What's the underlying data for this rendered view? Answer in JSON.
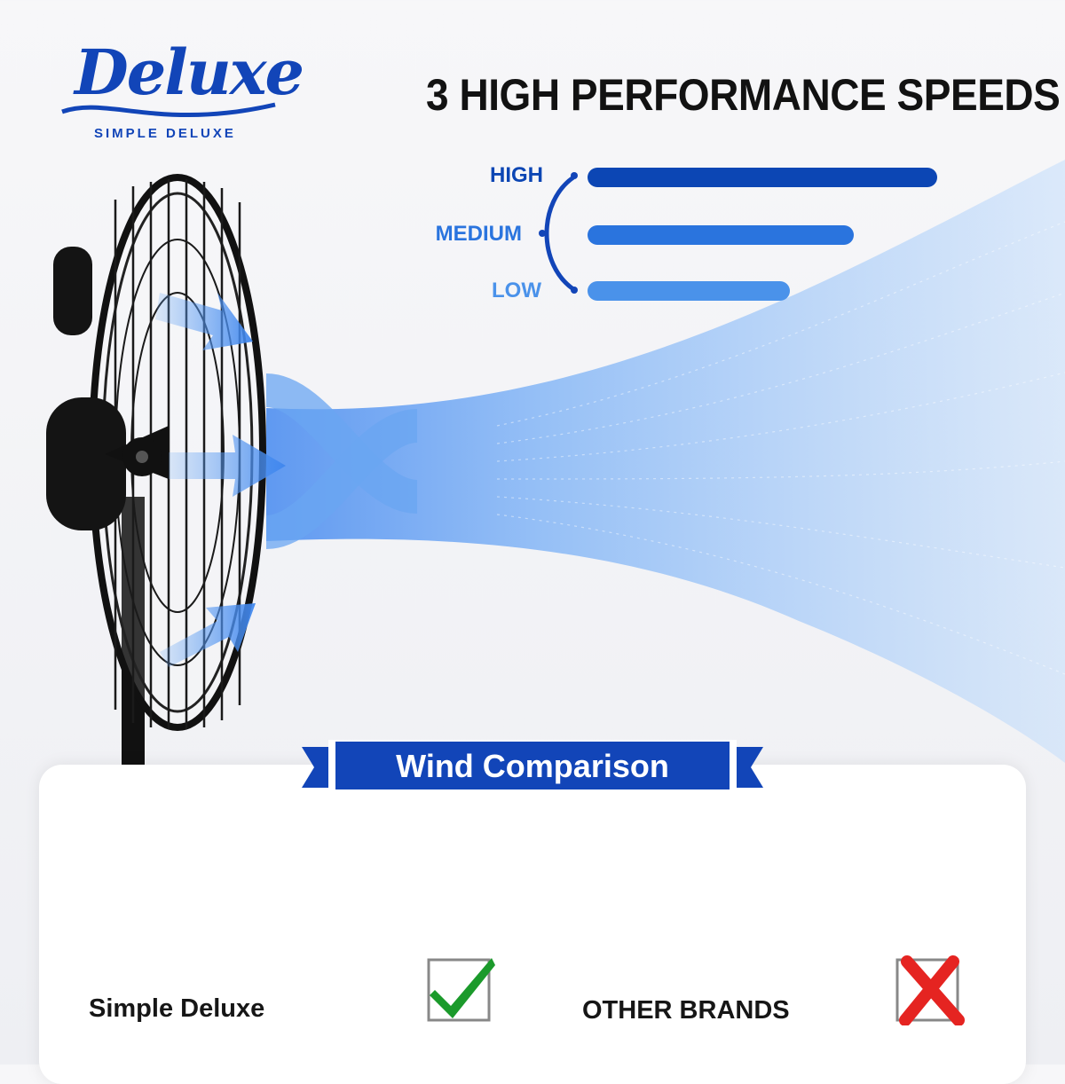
{
  "logo": {
    "script": "Deluxe",
    "subtitle": "SIMPLE DELUXE"
  },
  "headline": "3 HIGH PERFORMANCE SPEEDS",
  "speeds": [
    {
      "label": "HIGH",
      "color": "#0c46b4"
    },
    {
      "label": "MEDIUM",
      "color": "#2a74de"
    },
    {
      "label": "LOW",
      "color": "#4a92ea"
    }
  ],
  "comparison": {
    "banner": "Wind Comparison",
    "ours_label": "Simple Deluxe",
    "theirs_label": "OTHER BRANDS",
    "ours_mark": "check-mark",
    "theirs_mark": "x-mark"
  },
  "colors": {
    "brand_blue": "#1245b8",
    "air_blue": "#6aa6f2",
    "check_green": "#1b9a2b",
    "cross_red": "#e52421"
  }
}
